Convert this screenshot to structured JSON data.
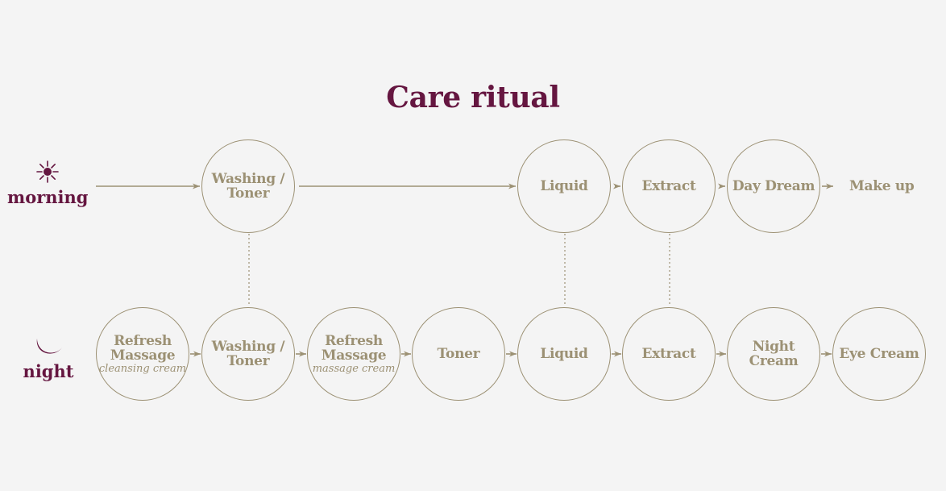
{
  "title": "Care ritual",
  "colors": {
    "accent": "#651640",
    "line": "#9c9174",
    "background": "#f4f4f4"
  },
  "morning": {
    "label": "morning",
    "icon": "sun-icon",
    "steps": [
      {
        "lines": [
          "Washing /",
          "Toner"
        ]
      },
      {
        "lines": [
          "Liquid"
        ]
      },
      {
        "lines": [
          "Extract"
        ]
      },
      {
        "lines": [
          "Day Dream"
        ]
      }
    ],
    "end_label": "Make up"
  },
  "night": {
    "label": "night",
    "icon": "moon-icon",
    "steps": [
      {
        "lines": [
          "Refresh",
          "Massage"
        ],
        "sub": "cleansing cream"
      },
      {
        "lines": [
          "Washing /",
          "Toner"
        ]
      },
      {
        "lines": [
          "Refresh",
          "Massage"
        ],
        "sub": "massage cream"
      },
      {
        "lines": [
          "Toner"
        ]
      },
      {
        "lines": [
          "Liquid"
        ]
      },
      {
        "lines": [
          "Extract"
        ]
      },
      {
        "lines": [
          "Night Cream"
        ]
      },
      {
        "lines": [
          "Eye Cream"
        ]
      }
    ]
  }
}
